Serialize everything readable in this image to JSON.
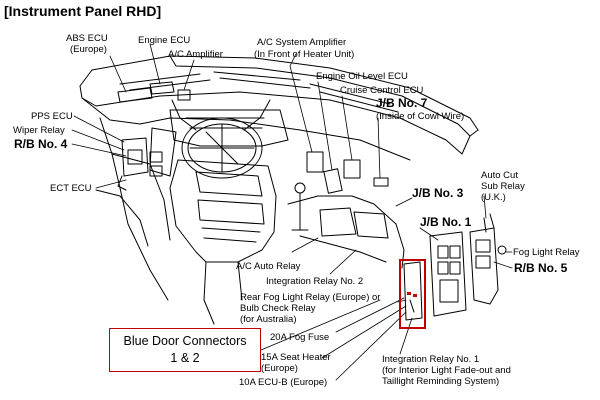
{
  "title": "[Instrument Panel RHD]",
  "labels": {
    "abs_ecu": "ABS ECU",
    "abs_ecu_note": "(Europe)",
    "engine_ecu": "Engine ECU",
    "ac_amplifier": "A/C Amplifier",
    "ac_system_amplifier": "A/C System Amplifier",
    "ac_system_amplifier_note": "(In Front of Heater Unit)",
    "engine_oil_level_ecu": "Engine Oil Level ECU",
    "cruise_control_ecu": "Cruise Control ECU",
    "jb_no7": "J/B No. 7",
    "jb_no7_note": "(Inside of Cowl Wire)",
    "pps_ecu": "PPS ECU",
    "wiper_relay": "Wiper Relay",
    "rb_no4": "R/B No. 4",
    "ect_ecu": "ECT ECU",
    "jb_no3": "J/B No. 3",
    "auto_cut_sub_relay_1": "Auto Cut",
    "auto_cut_sub_relay_2": "Sub Relay",
    "auto_cut_sub_relay_3": "(U.K.)",
    "jb_no1": "J/B No. 1",
    "fog_light_relay": "Fog Light Relay",
    "rb_no5": "R/B No. 5",
    "ac_auto_relay": "A/C Auto Relay",
    "integration_relay_no2": "Integration Relay No. 2",
    "rear_fog_1": "Rear Fog Light Relay (Europe) or",
    "rear_fog_2": "Bulb Check Relay",
    "rear_fog_3": "(for Australia)",
    "fuse_20a": "20A Fog Fuse",
    "seat_heater_1": "15A Seat Heater",
    "seat_heater_2": "(Europe)",
    "ecu_b": "10A ECU-B (Europe)",
    "integration_relay_no1_1": "Integration Relay No. 1",
    "integration_relay_no1_2": "(for Interior Light Fade-out and",
    "integration_relay_no1_3": "Taillight Reminding System)"
  },
  "callout": {
    "line1": "Blue Door Connectors",
    "line2": "1 & 2"
  },
  "colors": {
    "ink": "#000000",
    "highlight": "#c00000",
    "marker": "#d00000"
  }
}
